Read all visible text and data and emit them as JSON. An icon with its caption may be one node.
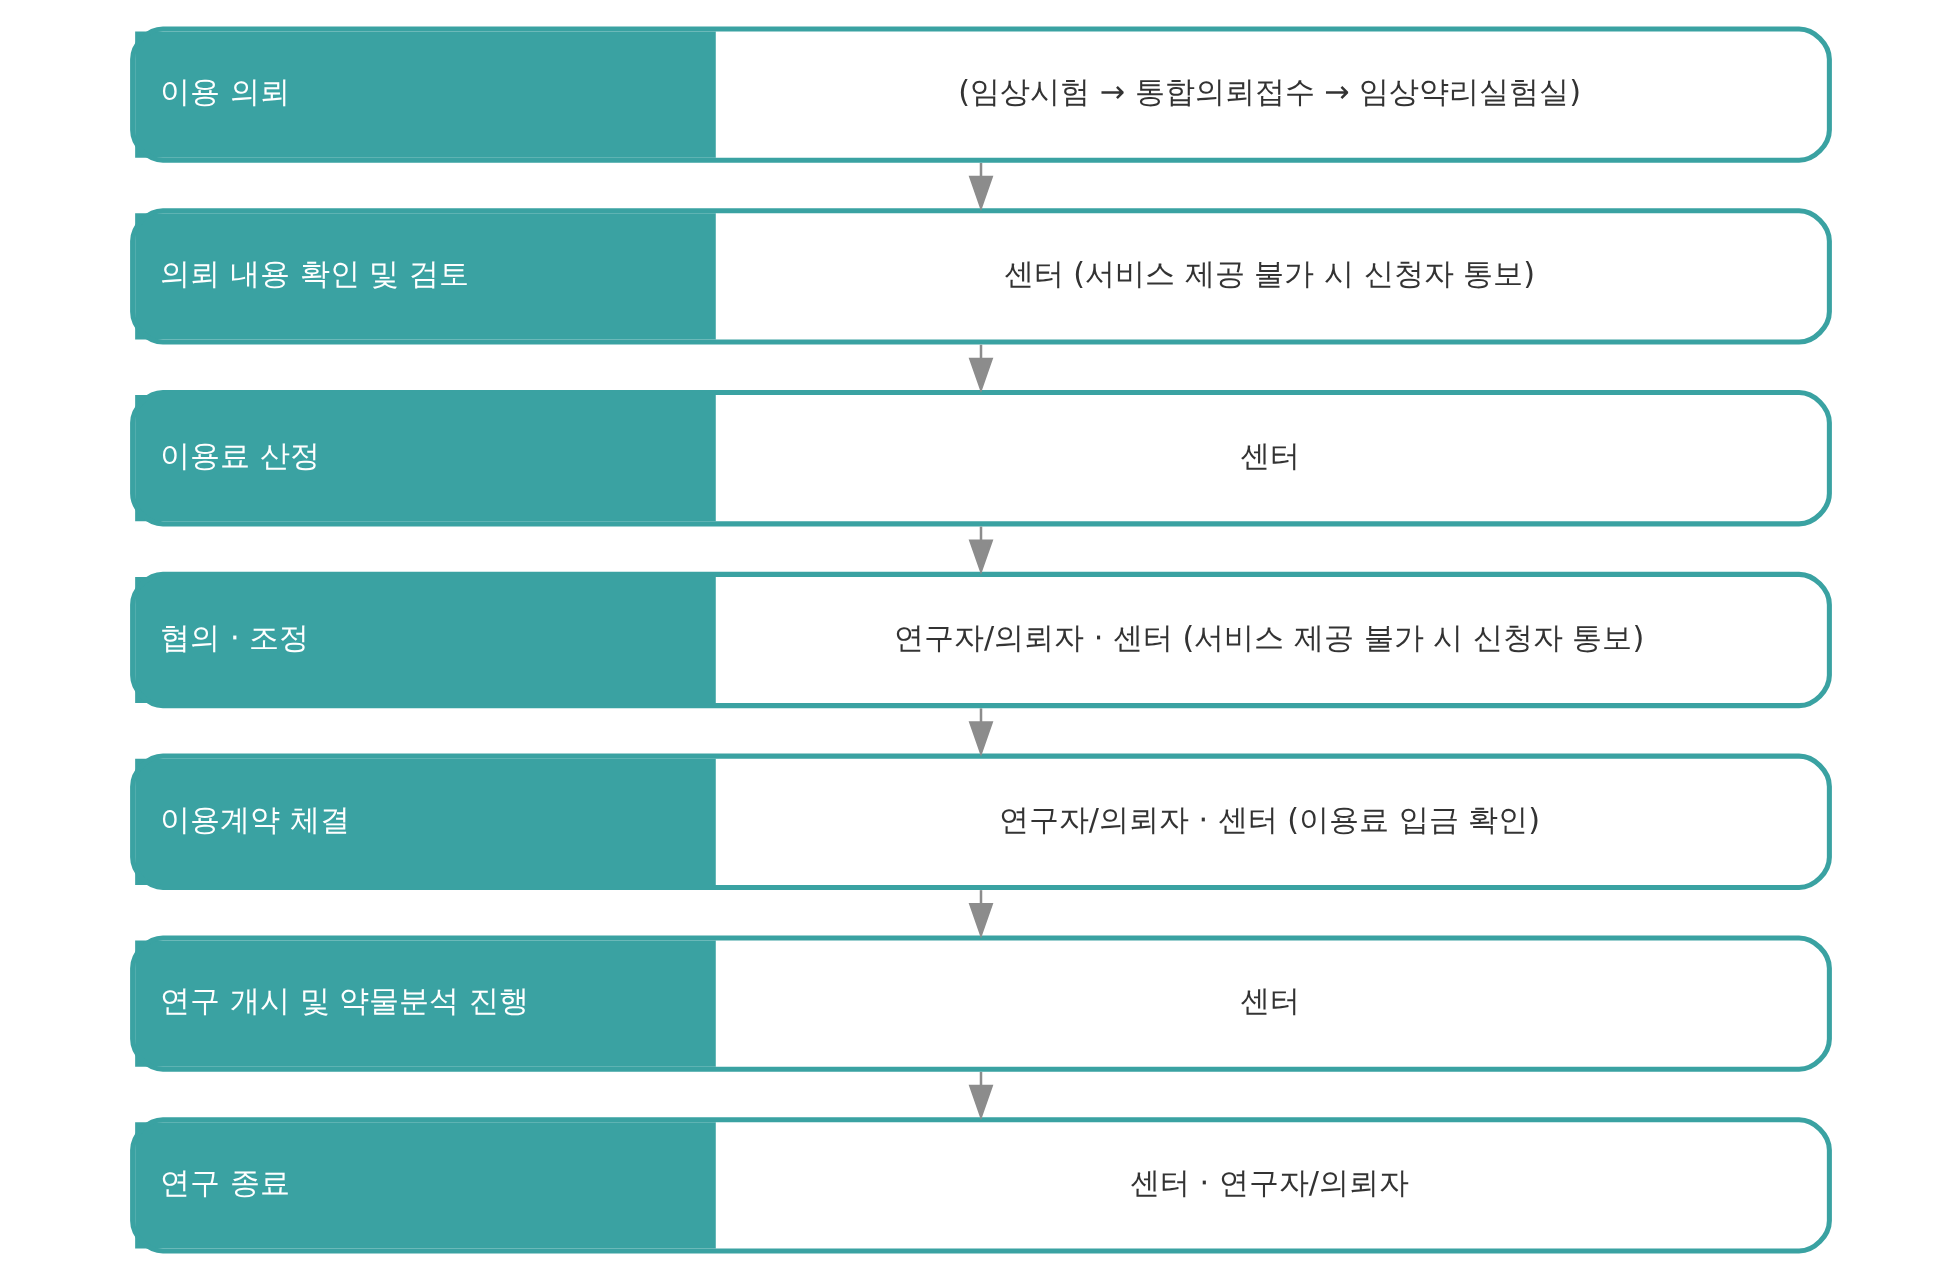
{
  "diagram": {
    "nodes": [
      {
        "text": [
          "이용 의뢰",
          "(임상시험 → 통합의뢰접수 → 임상약리실험실)"
        ]
      },
      {
        "text": [
          "의뢰 내용 확인 및 검토",
          "센터 (서비스 제공 불가 시 신청자 통보)"
        ]
      },
      {
        "text": [
          "이용료 산정",
          "센터"
        ]
      },
      {
        "text": [
          "협의 · 조정",
          "연구자/의뢰자 · 센터 (서비스 제공 불가 시 신청자 통보)"
        ]
      },
      {
        "text": [
          "이용계약 체결",
          "연구자/의뢰자 · 센터 (이용료 입금 확인)"
        ]
      },
      {
        "text": [
          "연구 개시 및 약물분석 진행",
          "센터"
        ]
      },
      {
        "text": [
          "연구 종료",
          "센터 · 연구자/의뢰자"
        ]
      }
    ],
    "edges": [
      {
        "from": 0,
        "to": 1,
        "arrow": "to"
      },
      {
        "from": 1,
        "to": 2,
        "arrow": "to"
      },
      {
        "from": 2,
        "to": 3,
        "arrow": "to"
      },
      {
        "from": 3,
        "to": 4,
        "arrow": "to"
      },
      {
        "from": 4,
        "to": 5,
        "arrow": "to"
      },
      {
        "from": 5,
        "to": 6,
        "arrow": "to"
      }
    ]
  }
}
